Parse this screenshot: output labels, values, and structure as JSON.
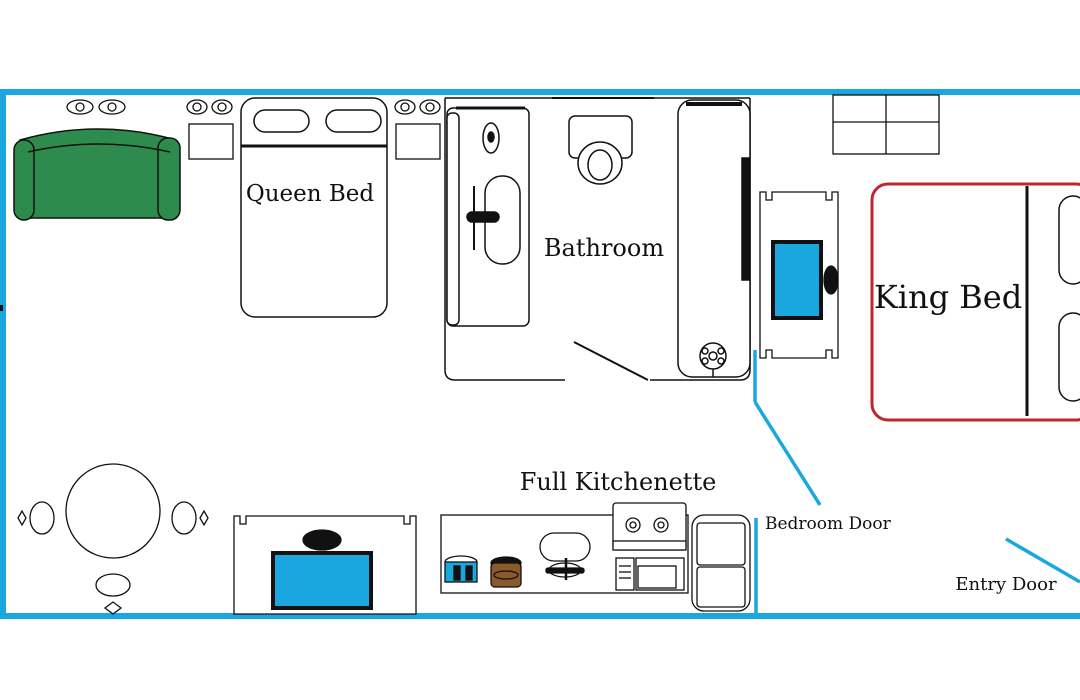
{
  "labels": {
    "queen_bed": "Queen Bed",
    "bathroom": "Bathroom",
    "king_bed": "King Bed",
    "kitchenette": "Full Kitchenette",
    "bedroom_door": "Bedroom Door",
    "entry_door": "Entry Door"
  },
  "colors": {
    "wall": "#1aa7e0",
    "sofa": "#2e8b4e",
    "king_bed_outline": "#c0272d",
    "tv_screen": "#1aa7e0",
    "line": "#111111"
  }
}
